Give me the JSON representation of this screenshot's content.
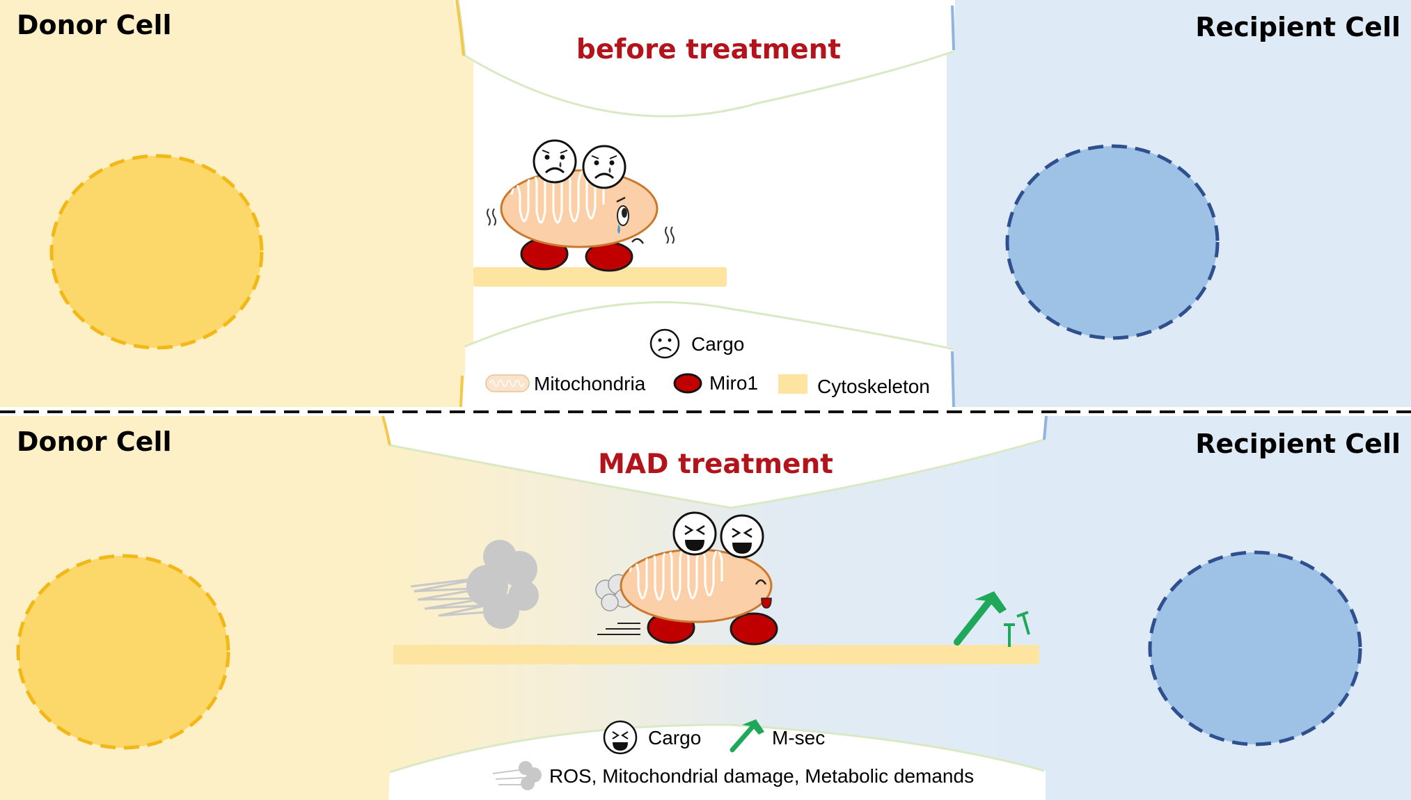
{
  "top_panel": {
    "donor_label": "Donor Cell",
    "recipient_label": "Recipient Cell",
    "title": "before treatment",
    "legend": {
      "cargo": "Cargo",
      "mitochondria": "Mitochondria",
      "miro1": "Miro1",
      "cytoskeleton": "Cytoskeleton"
    }
  },
  "bottom_panel": {
    "donor_label": "Donor Cell",
    "recipient_label": "Recipient Cell",
    "title": "MAD treatment",
    "legend": {
      "cargo": "Cargo",
      "msec": "M-sec",
      "ros": "ROS, Mitochondrial damage, Metabolic demands"
    }
  },
  "colors": {
    "donor_cytoplasm": "#fdf0c6",
    "donor_nucleus": "#fcd86a",
    "donor_nucleus_border": "#f2b817",
    "recipient_cytoplasm": "#deebf7",
    "recipient_nucleus": "#9ec2e6",
    "recipient_nucleus_border": "#2f4f8f",
    "mitochondria": "#fbd0a8",
    "mitochondria_outline": "#c97a2e",
    "miro1": "#c00000",
    "cytoskeleton": "#fde4a0",
    "msec": "#1fa85a",
    "ros_cloud": "#c8c8c8",
    "title_red": "#b3141c"
  },
  "icons": [
    "sad-face-icon",
    "happy-face-icon",
    "m-sec-hammer-icon",
    "ros-cloud-icon",
    "mitochondria-icon",
    "miro1-icon",
    "cytoskeleton-icon"
  ]
}
